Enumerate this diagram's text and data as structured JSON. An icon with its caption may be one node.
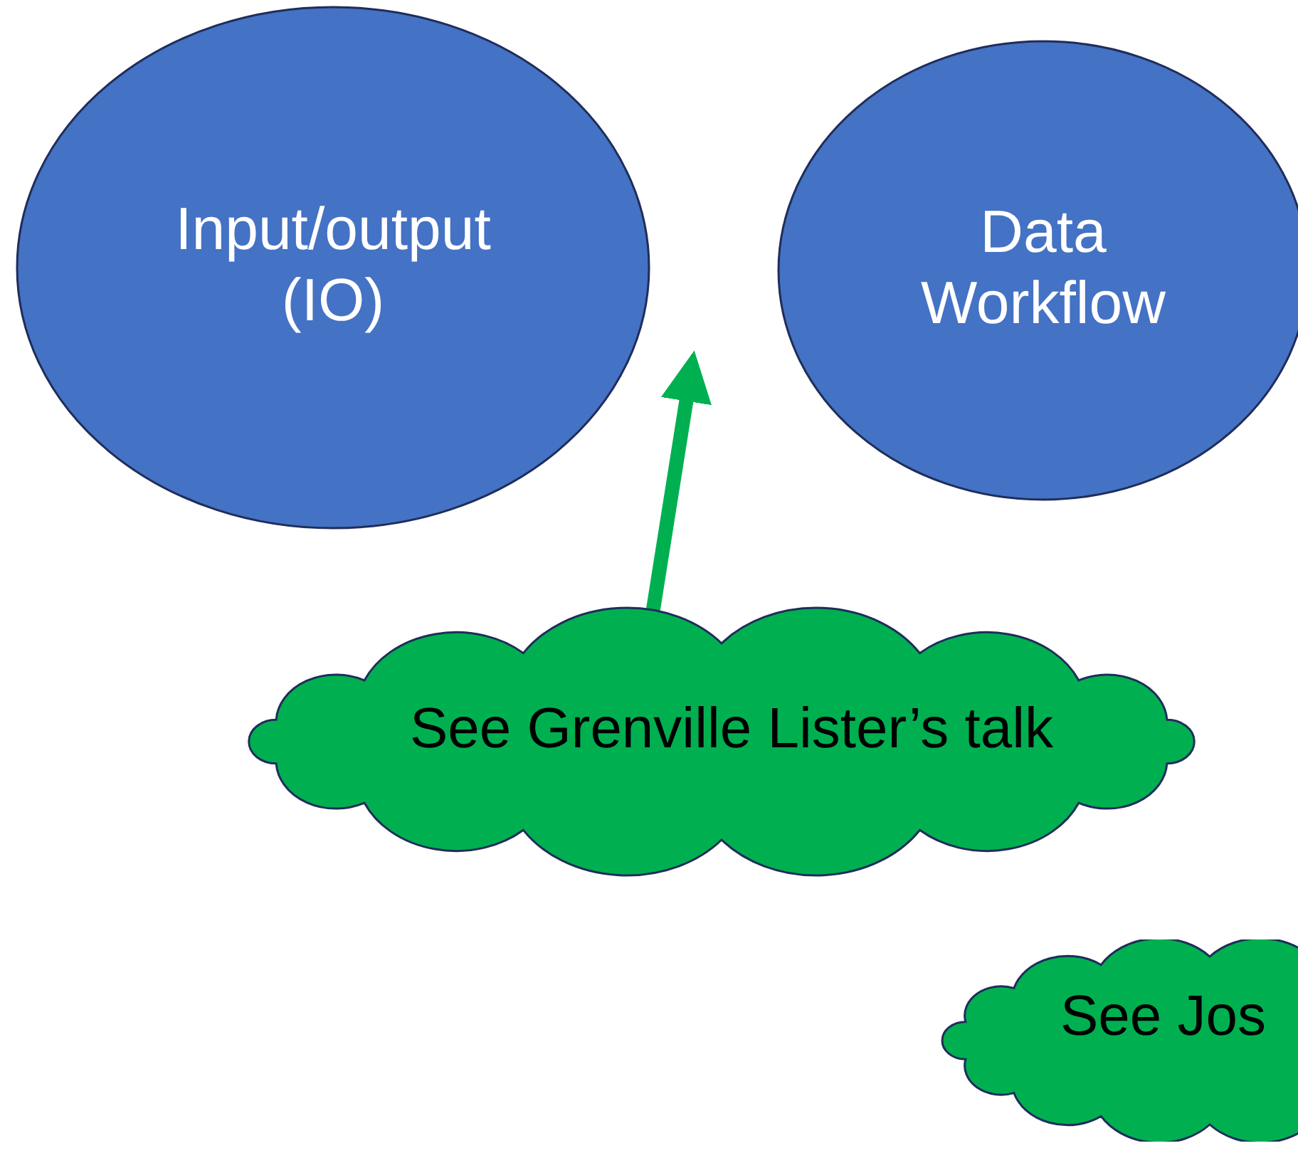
{
  "diagram": {
    "nodes": [
      {
        "text": [
          "Input/output (IO)"
        ]
      },
      {
        "text": [
          "Data Workflow"
        ]
      },
      {
        "text": [
          "See Grenville Lister’s talk"
        ]
      },
      {
        "text": [
          "See Jos"
        ]
      }
    ],
    "edges": [
      {
        "from": 2,
        "to": 0,
        "arrow": "to"
      }
    ]
  }
}
